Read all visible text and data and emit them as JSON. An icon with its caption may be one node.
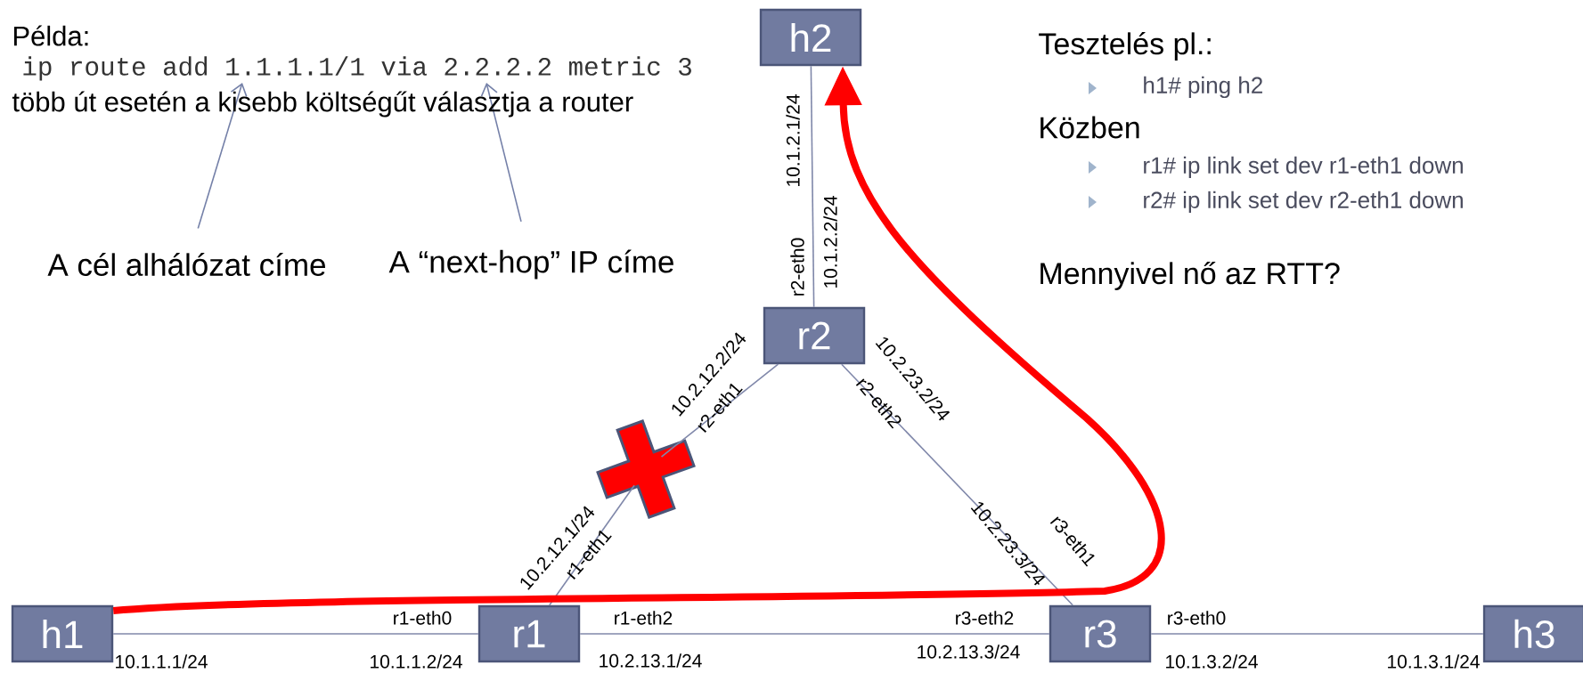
{
  "diagram": {
    "nodes": [
      {
        "text": [
          "h2"
        ]
      },
      {
        "text": [
          "r2"
        ]
      },
      {
        "text": [
          "h1"
        ]
      },
      {
        "text": [
          "r1"
        ]
      },
      {
        "text": [
          "r3"
        ]
      },
      {
        "text": [
          "h3"
        ]
      },
      {
        "text": [
          "A cél alhálózat címe"
        ]
      },
      {
        "text": [
          "A “next-hop” IP címe"
        ]
      },
      {
        "text": [
          "ip route add 1.1.1.1/1 via 2.2.2.2 metric 3"
        ]
      },
      {
        "text": [],
        "shape": "cross"
      }
    ],
    "edges": [
      {
        "from": 2,
        "to": 3,
        "arrow": "none"
      },
      {
        "from": 3,
        "to": 4,
        "arrow": "none"
      },
      {
        "from": 4,
        "to": 5,
        "arrow": "none"
      },
      {
        "from": 3,
        "to": 9,
        "arrow": "none"
      },
      {
        "from": 9,
        "to": 1,
        "arrow": "none"
      },
      {
        "from": 1,
        "to": 4,
        "arrow": "none"
      },
      {
        "from": 1,
        "to": 0,
        "arrow": "none"
      },
      {
        "from": 2,
        "to": 0,
        "arrow": "to",
        "style": "thick",
        "color": "#ff0000"
      },
      {
        "from": 6,
        "to": 8,
        "arrow": "to"
      },
      {
        "from": 7,
        "to": 8,
        "arrow": "to"
      }
    ],
    "labels": [
      "Példa:",
      "több út esetén a kisebb költségűt választja a router",
      "Tesztelés pl.:",
      "h1# ping h2",
      "10.1.2.1/24",
      "Közben",
      "r1# ip link set dev r1-eth1 down",
      "r2# ip link set dev r2-eth1 down",
      "r2-eth0",
      "10.1.2.2/24",
      "Mennyivel nő az RTT?",
      "10.2.12.2/24",
      "10.2.23.2/24",
      "r2-eth1",
      "r2-eth2",
      "10.2.12.1/24",
      "10.2.23.3/24",
      "r1-eth1",
      "r3-eth1",
      "r1-eth0",
      "r1-eth2",
      "r3-eth2",
      "r3-eth0",
      "10.1.1.1/24",
      "10.1.1.2/24",
      "10.2.13.1/24",
      "10.2.13.3/24",
      "10.1.3.2/24",
      "10.1.3.1/24"
    ]
  }
}
